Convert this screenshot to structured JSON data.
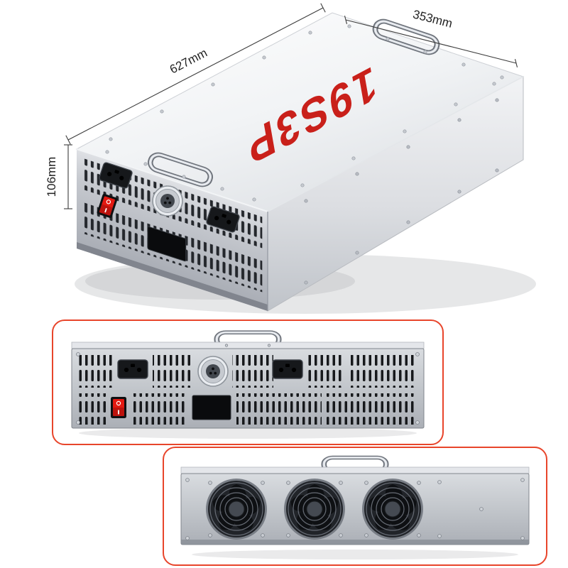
{
  "product": {
    "model": "19S3P",
    "model_color": "#c9201a"
  },
  "dimensions": {
    "length": "627mm",
    "width": "353mm",
    "height": "106mm"
  },
  "colors": {
    "background": "#ffffff",
    "detail_frame": "#e8452b",
    "switch_red": "#e31911",
    "annotation_text": "#1f1f1f"
  },
  "detail_views": {
    "front_panel_components": [
      "vent-grille",
      "ac-socket",
      "aviation-connector",
      "ac-socket",
      "power-switch",
      "display-window",
      "carry-handle"
    ],
    "fan_panel": {
      "fan_count": 3,
      "components": [
        "carry-handle",
        "cooling-fan"
      ]
    }
  }
}
